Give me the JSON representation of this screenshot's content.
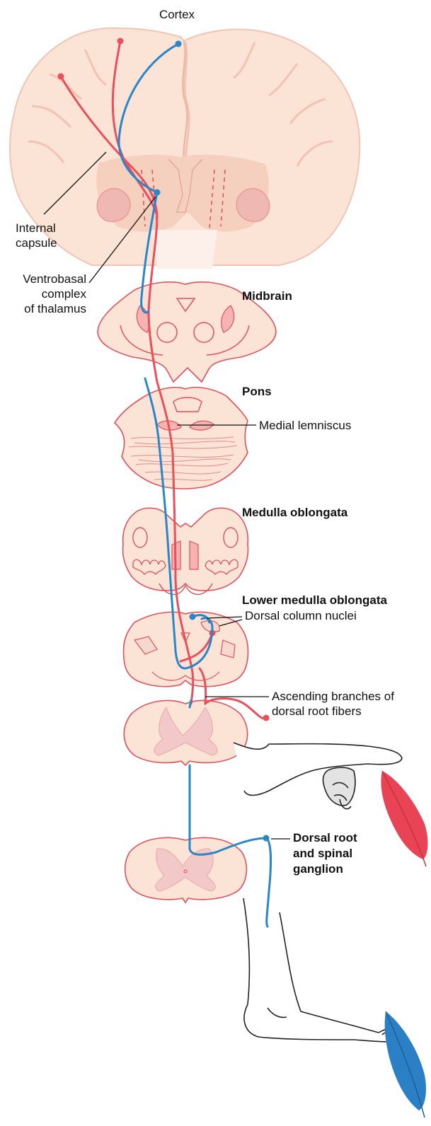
{
  "labels": {
    "cortex": "Cortex",
    "internal_capsule": "Internal\ncapsule",
    "ventrobasal": "Ventrobasal\ncomplex\nof thalamus",
    "midbrain": "Midbrain",
    "pons": "Pons",
    "medial_lemniscus": "Medial lemniscus",
    "medulla": "Medulla oblongata",
    "lower_medulla": "Lower medulla oblongata",
    "dorsal_column_nuclei": "Dorsal column nuclei",
    "ascending_branches": "Ascending branches of\ndorsal root fibers",
    "dorsal_root": "Dorsal root\nand spinal\nganglion"
  },
  "colors": {
    "tissue": "#fbe3d6",
    "outline": "#e0515b",
    "red_pathway": "#e8505b",
    "blue_pathway": "#2a86c8",
    "gray_matter": "#f2c8c8",
    "feather_red": "#e84455",
    "feather_blue": "#2b7fc4",
    "skin_line": "#222222"
  }
}
